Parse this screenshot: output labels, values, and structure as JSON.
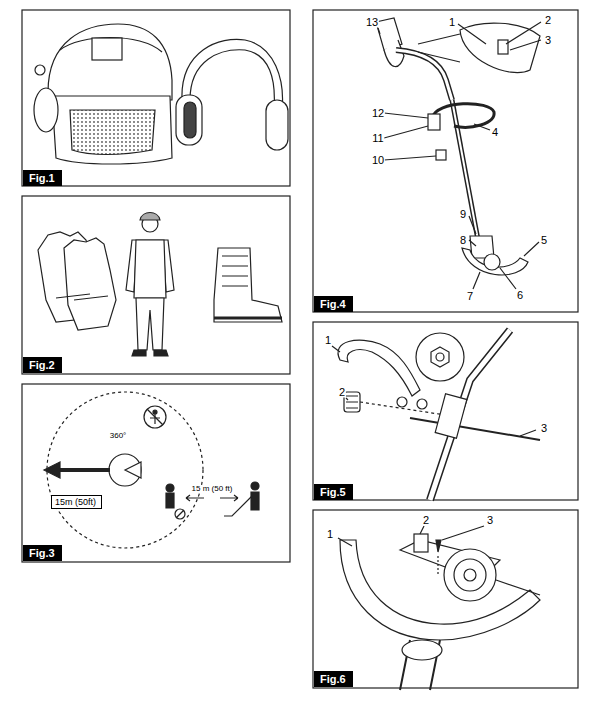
{
  "diagram": {
    "nodes": [
      {
        "text": [
          "Fig.1"
        ]
      },
      {
        "text": [
          "Fig.2"
        ]
      },
      {
        "text": [
          "15m (50ft)"
        ]
      },
      {
        "text": [
          "Fig.3"
        ]
      },
      {
        "text": [
          "Fig.4"
        ]
      },
      {
        "text": [
          "Fig.5"
        ]
      },
      {
        "text": [
          "Fig.6"
        ]
      }
    ],
    "labels": [
      "360°",
      "15 m (50 ft)",
      "1",
      "2",
      "3",
      "4",
      "5",
      "6",
      "7",
      "8",
      "9",
      "10",
      "11",
      "12",
      "13",
      "1",
      "2",
      "3",
      "1",
      "2",
      "3"
    ]
  }
}
